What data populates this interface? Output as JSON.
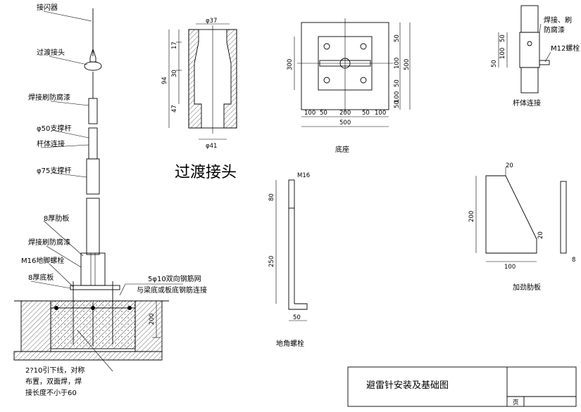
{
  "title_block": {
    "drawing_title": "避雷针安装及基础图",
    "page_label": "页"
  },
  "mast_labels": [
    "接闪器",
    "过渡接头",
    "焊接刷防腐漆",
    "φ50支撑杆",
    "杆体连接",
    "φ75支撑杆",
    "8厚肋板",
    "焊接刷防腐漆",
    "M16地脚螺栓",
    "8厚底板",
    "5φ10双向钢筋网",
    "与梁底或板底钢筋连接",
    "200"
  ],
  "downlead_note": [
    "2?10引下线，对称",
    "布置，双面焊，焊",
    "接长度不小于60"
  ],
  "adapter": {
    "title": "过渡接头",
    "dims": [
      "φ37",
      "17",
      "30",
      "47",
      "94",
      "φ41"
    ]
  },
  "base_plate": {
    "caption": "底座",
    "dims": [
      "50",
      "100",
      "50",
      "500",
      "100",
      "50",
      "300",
      "100",
      "50",
      "200",
      "50",
      "100",
      "500"
    ]
  },
  "pole_joint": {
    "caption": "杆体连接",
    "labels": [
      "焊接、刷",
      "防腐漆",
      "M12螺栓"
    ],
    "dims": [
      "50",
      "100",
      "50"
    ]
  },
  "anchor_bolt": {
    "caption": "地角螺栓",
    "dims": [
      "M16",
      "80",
      "250",
      "50"
    ]
  },
  "rib_plate": {
    "caption": "加劲肋板",
    "dims": [
      "20",
      "200",
      "20",
      "100",
      "8"
    ]
  }
}
